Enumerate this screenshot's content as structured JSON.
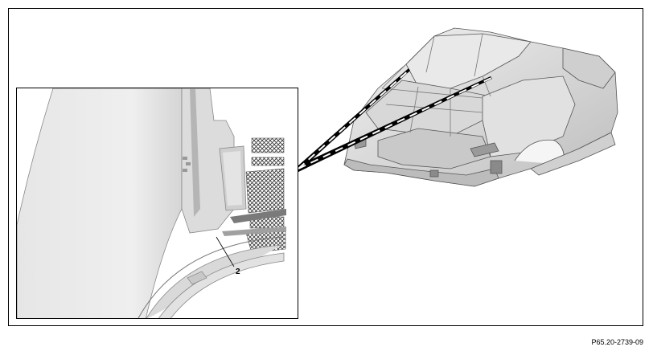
{
  "callouts": [
    {
      "id": "2",
      "label": "2"
    }
  ],
  "figure_reference": "P65.20-2739-09",
  "colors": {
    "line": "#000000",
    "panel_light": "#e8e8e8",
    "panel_mid": "#cfcfcf",
    "panel_dark": "#9a9a9a",
    "hatch": "#333333"
  },
  "icons": {
    "body_shell": "car-body-in-white-illustration",
    "detail": "rear-quarter-panel-detail-illustration"
  }
}
